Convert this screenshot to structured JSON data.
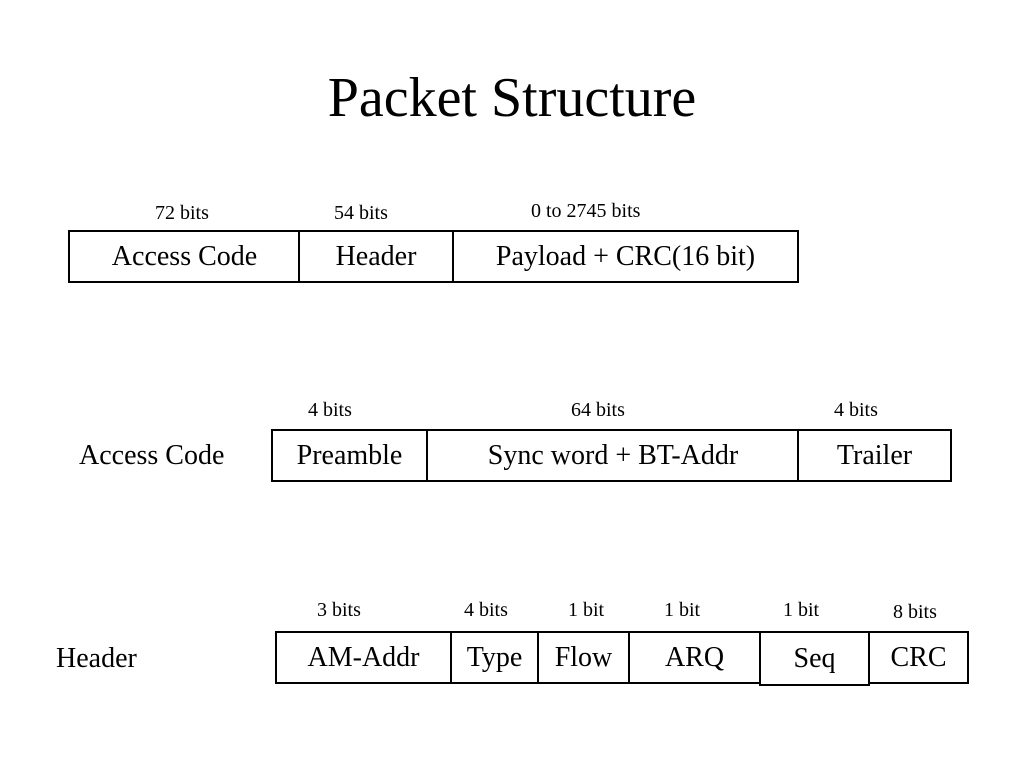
{
  "title": "Packet Structure",
  "packet": {
    "fields": [
      {
        "label": "Access Code",
        "bits": "72 bits"
      },
      {
        "label": "Header",
        "bits": "54 bits"
      },
      {
        "label": "Payload + CRC(16 bit)",
        "bits": "0 to 2745 bits"
      }
    ]
  },
  "access_code": {
    "row_label": "Access Code",
    "fields": [
      {
        "label": "Preamble",
        "bits": "4 bits"
      },
      {
        "label": "Sync word + BT-Addr",
        "bits": "64 bits"
      },
      {
        "label": "Trailer",
        "bits": "4 bits"
      }
    ]
  },
  "header": {
    "row_label": "Header",
    "fields": [
      {
        "label": "AM-Addr",
        "bits": "3 bits"
      },
      {
        "label": "Type",
        "bits": "4 bits"
      },
      {
        "label": "Flow",
        "bits": "1 bit"
      },
      {
        "label": "ARQ",
        "bits": "1 bit"
      },
      {
        "label": "Seq",
        "bits": "1 bit"
      },
      {
        "label": "CRC",
        "bits": "8 bits"
      }
    ]
  }
}
